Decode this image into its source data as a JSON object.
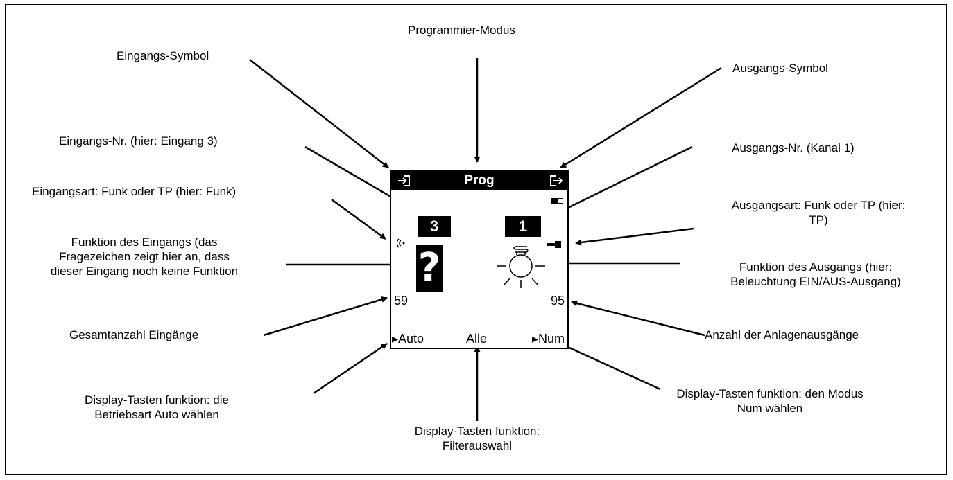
{
  "labels": {
    "programmier_modus": "Programmier-Modus",
    "eingangs_symbol": "Eingangs-Symbol",
    "ausgangs_symbol": "Ausgangs-Symbol",
    "eingangs_nr": "Eingangs-Nr. (hier: Eingang 3)",
    "ausgangs_nr": "Ausgangs-Nr. (Kanal 1)",
    "eingangsart": "Eingangsart: Funk oder TP (hier: Funk)",
    "ausgangsart_line1": "Ausgangsart: Funk oder TP (hier:",
    "ausgangsart_line2": "TP)",
    "funktion_eingang_line1": "Funktion des Eingangs (das",
    "funktion_eingang_line2": "Fragezeichen zeigt hier an, dass",
    "funktion_eingang_line3": "dieser Eingang noch keine Funktion",
    "funktion_ausgang_line1": "Funktion des Ausgangs (hier:",
    "funktion_ausgang_line2": "Beleuchtung EIN/AUS-Ausgang)",
    "gesamtanzahl_eingaenge": "Gesamtanzahl Eingänge",
    "anzahl_anlagenausgaenge": "Anzahl der Anlagenausgänge",
    "taste_auto_line1": "Display-Tasten funktion: die",
    "taste_auto_line2": "Betriebsart Auto wählen",
    "taste_filter_line1": "Display-Tasten funktion:",
    "taste_filter_line2": "Filterauswahl",
    "taste_num_line1": "Display-Tasten funktion: den Modus",
    "taste_num_line2": "Num wählen"
  },
  "display": {
    "title": "Prog",
    "input_number": "3",
    "output_number": "1",
    "input_function_symbol": "?",
    "total_inputs": "59",
    "total_outputs": "95",
    "softkey_left": "▸Auto",
    "softkey_center": "Alle",
    "softkey_right": "▸Num",
    "input_icon": "input-arrow-icon",
    "output_icon": "output-arrow-icon",
    "radio_icon": "radio-waves-icon",
    "tp_icon": "wired-plug-icon",
    "lamp_icon": "light-bulb-icon",
    "battery_icon": "battery-icon"
  }
}
